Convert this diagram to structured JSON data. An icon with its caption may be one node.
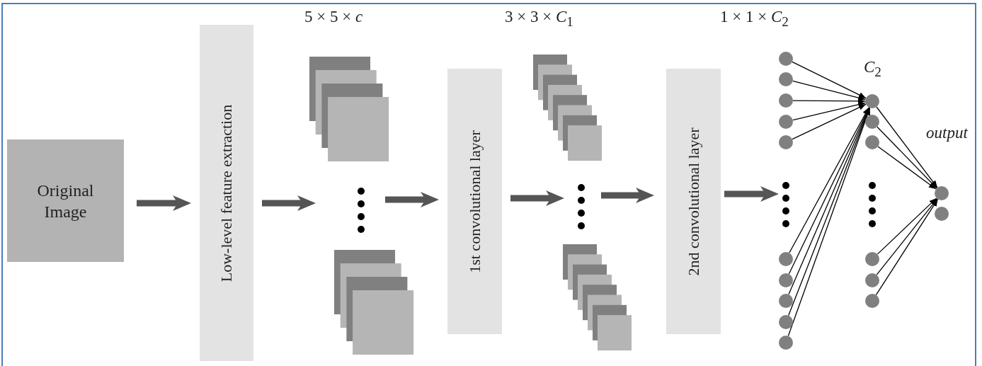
{
  "diagram": {
    "nodes": [
      {
        "text": [
          "Original Image"
        ]
      },
      {
        "text": [
          "Low-level feature extraction"
        ]
      },
      {
        "text": [],
        "shape": "picture",
        "beside": [
          "5 × 5 × *c*"
        ]
      },
      {
        "text": [
          "1st convolutional layer"
        ]
      },
      {
        "text": [],
        "shape": "picture",
        "beside": [
          "3 × 3 × *C*$_{1}$"
        ]
      },
      {
        "text": [
          "2nd convolutional layer"
        ]
      },
      {
        "text": [],
        "shape": "circle"
      },
      {
        "text": [],
        "shape": "circle"
      },
      {
        "text": [],
        "shape": "circle"
      },
      {
        "text": [],
        "shape": "circle"
      },
      {
        "text": [],
        "shape": "circle"
      },
      {
        "text": [],
        "shape": "circle"
      },
      {
        "text": [],
        "shape": "circle"
      },
      {
        "text": [],
        "shape": "circle"
      },
      {
        "text": [],
        "shape": "circle"
      },
      {
        "text": [],
        "shape": "circle"
      },
      {
        "text": [],
        "shape": "circle",
        "beside": [
          "*C*$_{2}$"
        ]
      },
      {
        "text": [],
        "shape": "circle"
      },
      {
        "text": [],
        "shape": "circle"
      },
      {
        "text": [],
        "shape": "circle"
      },
      {
        "text": [],
        "shape": "circle"
      },
      {
        "text": [],
        "shape": "circle"
      },
      {
        "text": [],
        "shape": "circle",
        "beside": [
          "output"
        ]
      },
      {
        "text": [],
        "shape": "circle"
      }
    ],
    "edges": [
      {
        "from": 0,
        "to": 1,
        "arrow": "to",
        "style": "thick",
        "color": "#555555"
      },
      {
        "from": 1,
        "to": 2,
        "arrow": "to",
        "style": "thick",
        "color": "#555555"
      },
      {
        "from": 2,
        "to": 3,
        "arrow": "to",
        "style": "thick",
        "color": "#555555"
      },
      {
        "from": 3,
        "to": 4,
        "arrow": "to",
        "style": "thick",
        "color": "#555555"
      },
      {
        "from": 4,
        "to": 5,
        "arrow": "to",
        "style": "thick",
        "color": "#555555"
      },
      {
        "from": 5,
        "to": null,
        "arrow": "to",
        "style": "thick",
        "color": "#555555"
      },
      {
        "from": 6,
        "to": 16,
        "arrow": "to"
      },
      {
        "from": 7,
        "to": 16,
        "arrow": "to"
      },
      {
        "from": 8,
        "to": 16,
        "arrow": "to"
      },
      {
        "from": 9,
        "to": 16,
        "arrow": "to"
      },
      {
        "from": 10,
        "to": 16,
        "arrow": "to"
      },
      {
        "from": 11,
        "to": 16,
        "arrow": "to"
      },
      {
        "from": 12,
        "to": 16,
        "arrow": "to"
      },
      {
        "from": 13,
        "to": 16,
        "arrow": "to"
      },
      {
        "from": 14,
        "to": 16,
        "arrow": "to"
      },
      {
        "from": 15,
        "to": 16,
        "arrow": "to"
      },
      {
        "from": 16,
        "to": 22,
        "arrow": "to"
      },
      {
        "from": 17,
        "to": 22,
        "arrow": "to"
      },
      {
        "from": 18,
        "to": 22,
        "arrow": "to"
      },
      {
        "from": 19,
        "to": 22,
        "arrow": "to"
      },
      {
        "from": 20,
        "to": 22,
        "arrow": "to"
      },
      {
        "from": 21,
        "to": 22,
        "arrow": "to"
      }
    ],
    "labels": [
      "1 × 1 × *C*$_{2}$"
    ]
  }
}
